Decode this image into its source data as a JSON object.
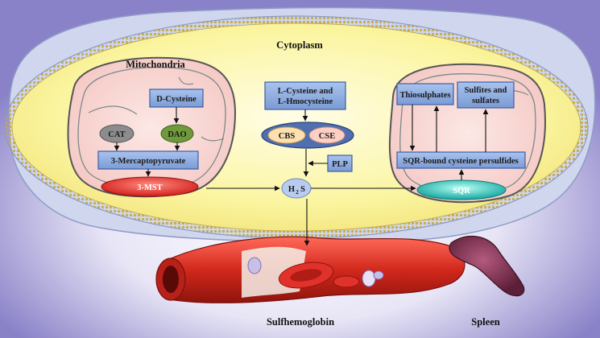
{
  "labels": {
    "cytoplasm": "Cytoplasm",
    "mitochondria": "Mitochondria",
    "d_cysteine": "D-Cysteine",
    "cat": "CAT",
    "dao": "DAO",
    "mercaptopyruvate": "3-Mercaptopyruvate",
    "mst": "3-MST",
    "l_cysteine_line1": "L-Cysteine and",
    "l_cysteine_line2": "L-Hmocysteine",
    "cbs": "CBS",
    "cse": "CSE",
    "plp": "PLP",
    "h2s_main": "H",
    "h2s_sub": "2",
    "h2s_tail": "S",
    "thiosulphates": "Thiosulphates",
    "sulfites_line1": "Sulfites and",
    "sulfites_line2": "sulfates",
    "sqr_persulfides": "SQR-bound cysteine persulfides",
    "sqr": "SQR",
    "sulfhemoglobin": "Sulfhemoglobin",
    "spleen": "Spleen"
  },
  "colors": {
    "cytoplasm_fill": "#fbf6a6",
    "membrane_dots": "#c9b24a",
    "mito_fill": "#f8d4d0",
    "box_fill": "#8aa9dc",
    "box_stroke": "#3c5fa5",
    "mst_fill": "#e3322c",
    "sqr_fill": "#1fc2b8",
    "cat_fill": "#8c8c8c",
    "dao_fill": "#6f9a3c",
    "vessel": "#c8281e",
    "spleen": "#8b3a5a"
  }
}
